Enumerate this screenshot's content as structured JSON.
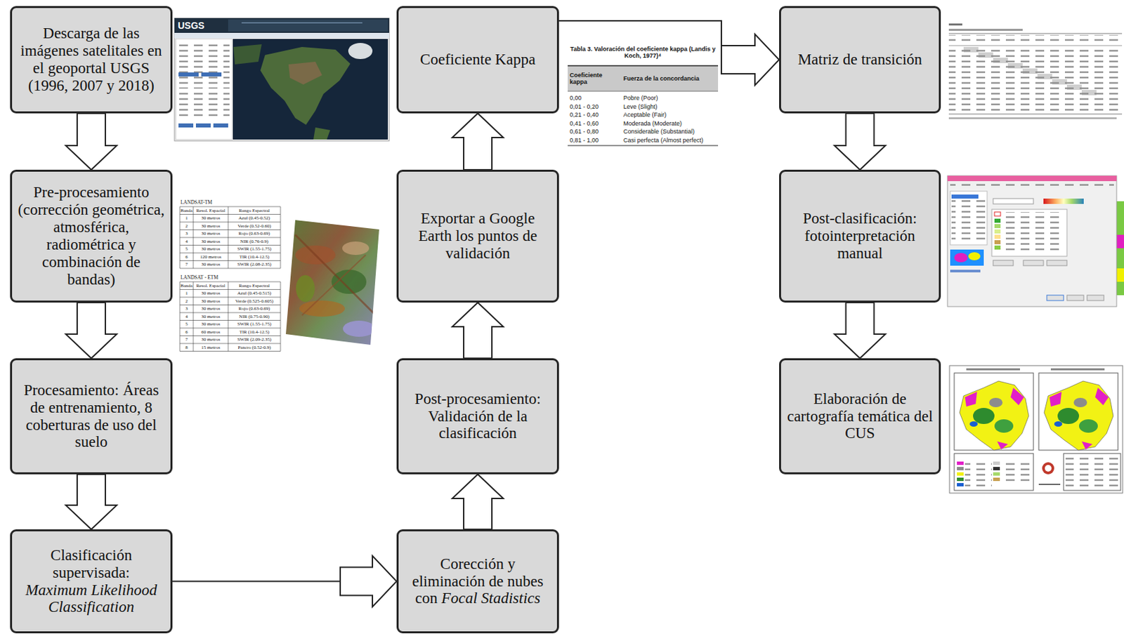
{
  "diagram": {
    "nodes": [
      {
        "text": [
          "Descarga de las imágenes satelitales en el geoportal USGS (1996, 2007 y 2018)"
        ]
      },
      {
        "text": [
          "Pre-procesamiento (corrección geométrica, atmosférica, radiométrica y combinación de bandas)"
        ]
      },
      {
        "text": [
          "Procesamiento: Áreas de entrenamiento, 8 coberturas de uso del suelo"
        ]
      },
      {
        "text": [
          "Clasificación supervisada:",
          "Maximum Likelihood Classification"
        ]
      },
      {
        "text": [
          "Corección y eliminación de nubes con",
          "Focal Stadistics"
        ]
      },
      {
        "text": [
          "Post-procesamiento: Validación de la clasificación"
        ]
      },
      {
        "text": [
          "Exportar a Google Earth los puntos de validación"
        ]
      },
      {
        "text": [
          "Coeficiente Kappa"
        ]
      },
      {
        "text": [
          "Matriz de transición"
        ]
      },
      {
        "text": [
          "Post-clasificación: fotointerpretación manual"
        ]
      },
      {
        "text": [
          "Elaboración de cartografía temática del CUS"
        ]
      }
    ],
    "edges": [
      {
        "from": 0,
        "to": 1,
        "arrow": "to"
      },
      {
        "from": 1,
        "to": 2,
        "arrow": "to"
      },
      {
        "from": 2,
        "to": 3,
        "arrow": "to"
      },
      {
        "from": 3,
        "to": 4,
        "arrow": "to"
      },
      {
        "from": 4,
        "to": 5,
        "arrow": "to"
      },
      {
        "from": 5,
        "to": 6,
        "arrow": "to"
      },
      {
        "from": 6,
        "to": 7,
        "arrow": "to"
      },
      {
        "from": 7,
        "to": 8,
        "arrow": "to"
      },
      {
        "from": 8,
        "to": 9,
        "arrow": "to"
      },
      {
        "from": 9,
        "to": 10,
        "arrow": "to"
      }
    ],
    "labels": [
      "USGS",
      "LANDSAT-TM",
      "Banda",
      "Resol. Espacial",
      "Rango Espectral",
      "1",
      "30 metros",
      "Azul (0.45-0.52)",
      "2",
      "30 metros",
      "Verde (0.52-0.60)",
      "3",
      "30 metros",
      "Rojo (0.63-0.69)",
      "4",
      "30 metros",
      "NIR (0.76-0.9)",
      "5",
      "30 metros",
      "SWIR (1.55-1.75)",
      "6",
      "120 metros",
      "TIR (10.4-12.5)",
      "7",
      "30 metros",
      "SWIR (2.08-2.35)",
      "LANDSAT - ETM",
      "Banda",
      "Resol. Espacial",
      "Rango Espectral",
      "1",
      "30 metros",
      "Azul (0.45-0.515)",
      "2",
      "30 metros",
      "Verde (0.525-0.605)",
      "3",
      "30 metros",
      "Rojo (0.63-0.69)",
      "4",
      "30 metros",
      "NIR (0.75-0.90)",
      "5",
      "30 metros",
      "SWIR (1.55-1.75)",
      "6",
      "60 metros",
      "TIR (10.4-12.5)",
      "7",
      "30 metros",
      "SWIR (2.09-2.35)",
      "8",
      "15 metros",
      "Pancro (0.52-0.9)",
      "Tabla 3. Valoración del coeficiente kappa (Landis y Koch, 1977)⁴",
      "Coeficiente kappa",
      "Fuerza de la concordancia",
      "0,00",
      "Pobre (Poor)",
      "0,01 - 0,20",
      "Leve (Slight)",
      "0,21 - 0,40",
      "Aceptable (Fair)",
      "0,41 - 0,60",
      "Moderada (Moderate)",
      "0,61 - 0,80",
      "Considerable (Substantial)",
      "0,81 - 1,00",
      "Casi perfecta (Almost perfect)"
    ]
  }
}
